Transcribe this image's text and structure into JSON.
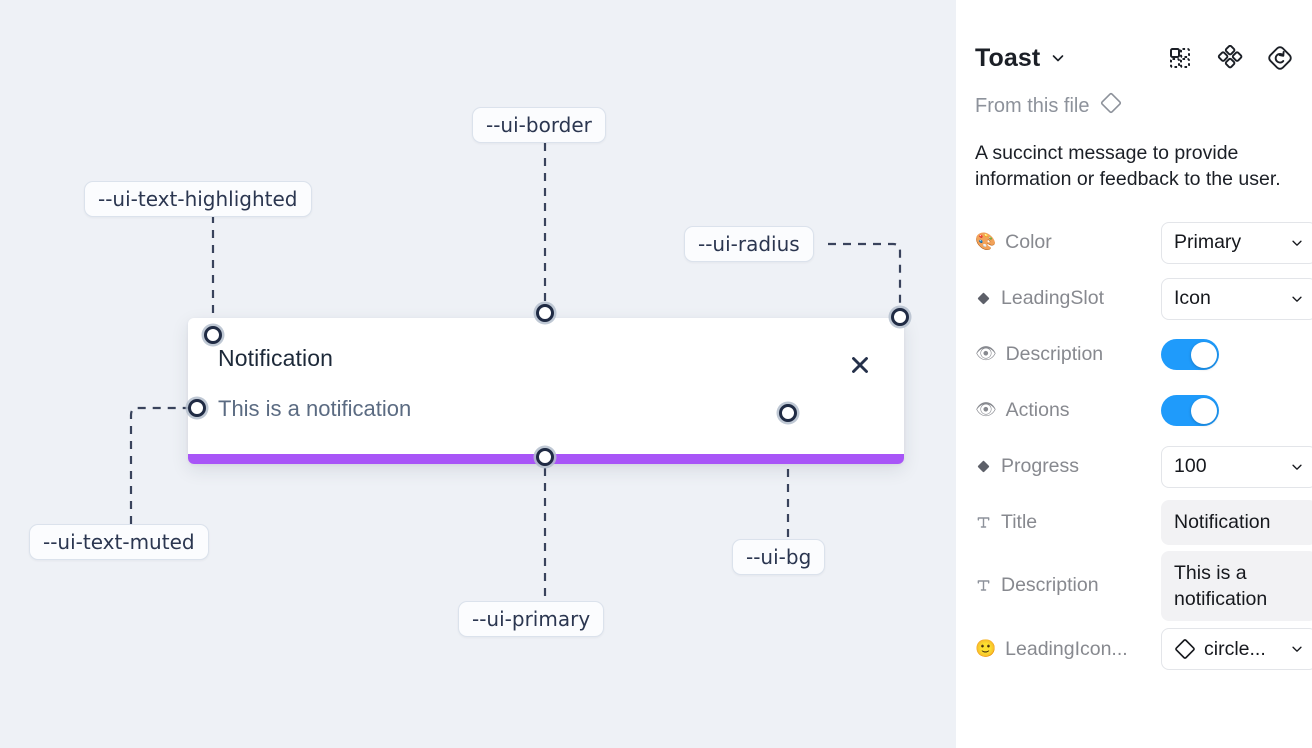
{
  "canvas": {
    "background_color": "#eef1f6",
    "toast": {
      "title": "Notification",
      "description": "This is a notification",
      "close_icon": "close-x-icon",
      "progress_color": "#a855f7",
      "background_color": "#ffffff"
    },
    "annotations": [
      {
        "id": "ui-border",
        "label": "--ui-border"
      },
      {
        "id": "ui-text-highlighted",
        "label": "--ui-text-highlighted"
      },
      {
        "id": "ui-radius",
        "label": "--ui-radius"
      },
      {
        "id": "ui-text-muted",
        "label": "--ui-text-muted"
      },
      {
        "id": "ui-bg",
        "label": "--ui-bg"
      },
      {
        "id": "ui-primary",
        "label": "--ui-primary"
      }
    ]
  },
  "panel": {
    "title": "Toast",
    "title_chevron_icon": "chevron-down-icon",
    "header_icons": [
      {
        "name": "component-grid-icon"
      },
      {
        "name": "four-diamond-icon"
      },
      {
        "name": "reset-variant-icon"
      }
    ],
    "from_file": {
      "label": "From this file",
      "icon": "diamond-outline-icon"
    },
    "description": "A succinct message to provide information or feedback to the user.",
    "properties": [
      {
        "icon": "palette-emoji",
        "emoji": "🎨",
        "label": "Color",
        "control": "select",
        "value": "Primary"
      },
      {
        "icon": "diamond-icon",
        "emoji": "",
        "label": "LeadingSlot",
        "control": "select",
        "value": "Icon"
      },
      {
        "icon": "eye-emoji",
        "emoji": "👁",
        "label": "Description",
        "control": "toggle",
        "value": "on"
      },
      {
        "icon": "eye-emoji",
        "emoji": "👁",
        "label": "Actions",
        "control": "toggle",
        "value": "on"
      },
      {
        "icon": "diamond-icon",
        "emoji": "",
        "label": "Progress",
        "control": "select",
        "value": "100"
      },
      {
        "icon": "text-t-icon",
        "emoji": "",
        "label": "Title",
        "control": "text",
        "value": "Notification"
      },
      {
        "icon": "text-t-icon",
        "emoji": "",
        "label": "Description",
        "control": "text",
        "value": "This is a notification"
      },
      {
        "icon": "smile-emoji",
        "emoji": "🙂",
        "label": "LeadingIcon...",
        "control": "icon-select",
        "value": "circle..."
      }
    ],
    "accent_color": "#1f9bfb"
  }
}
